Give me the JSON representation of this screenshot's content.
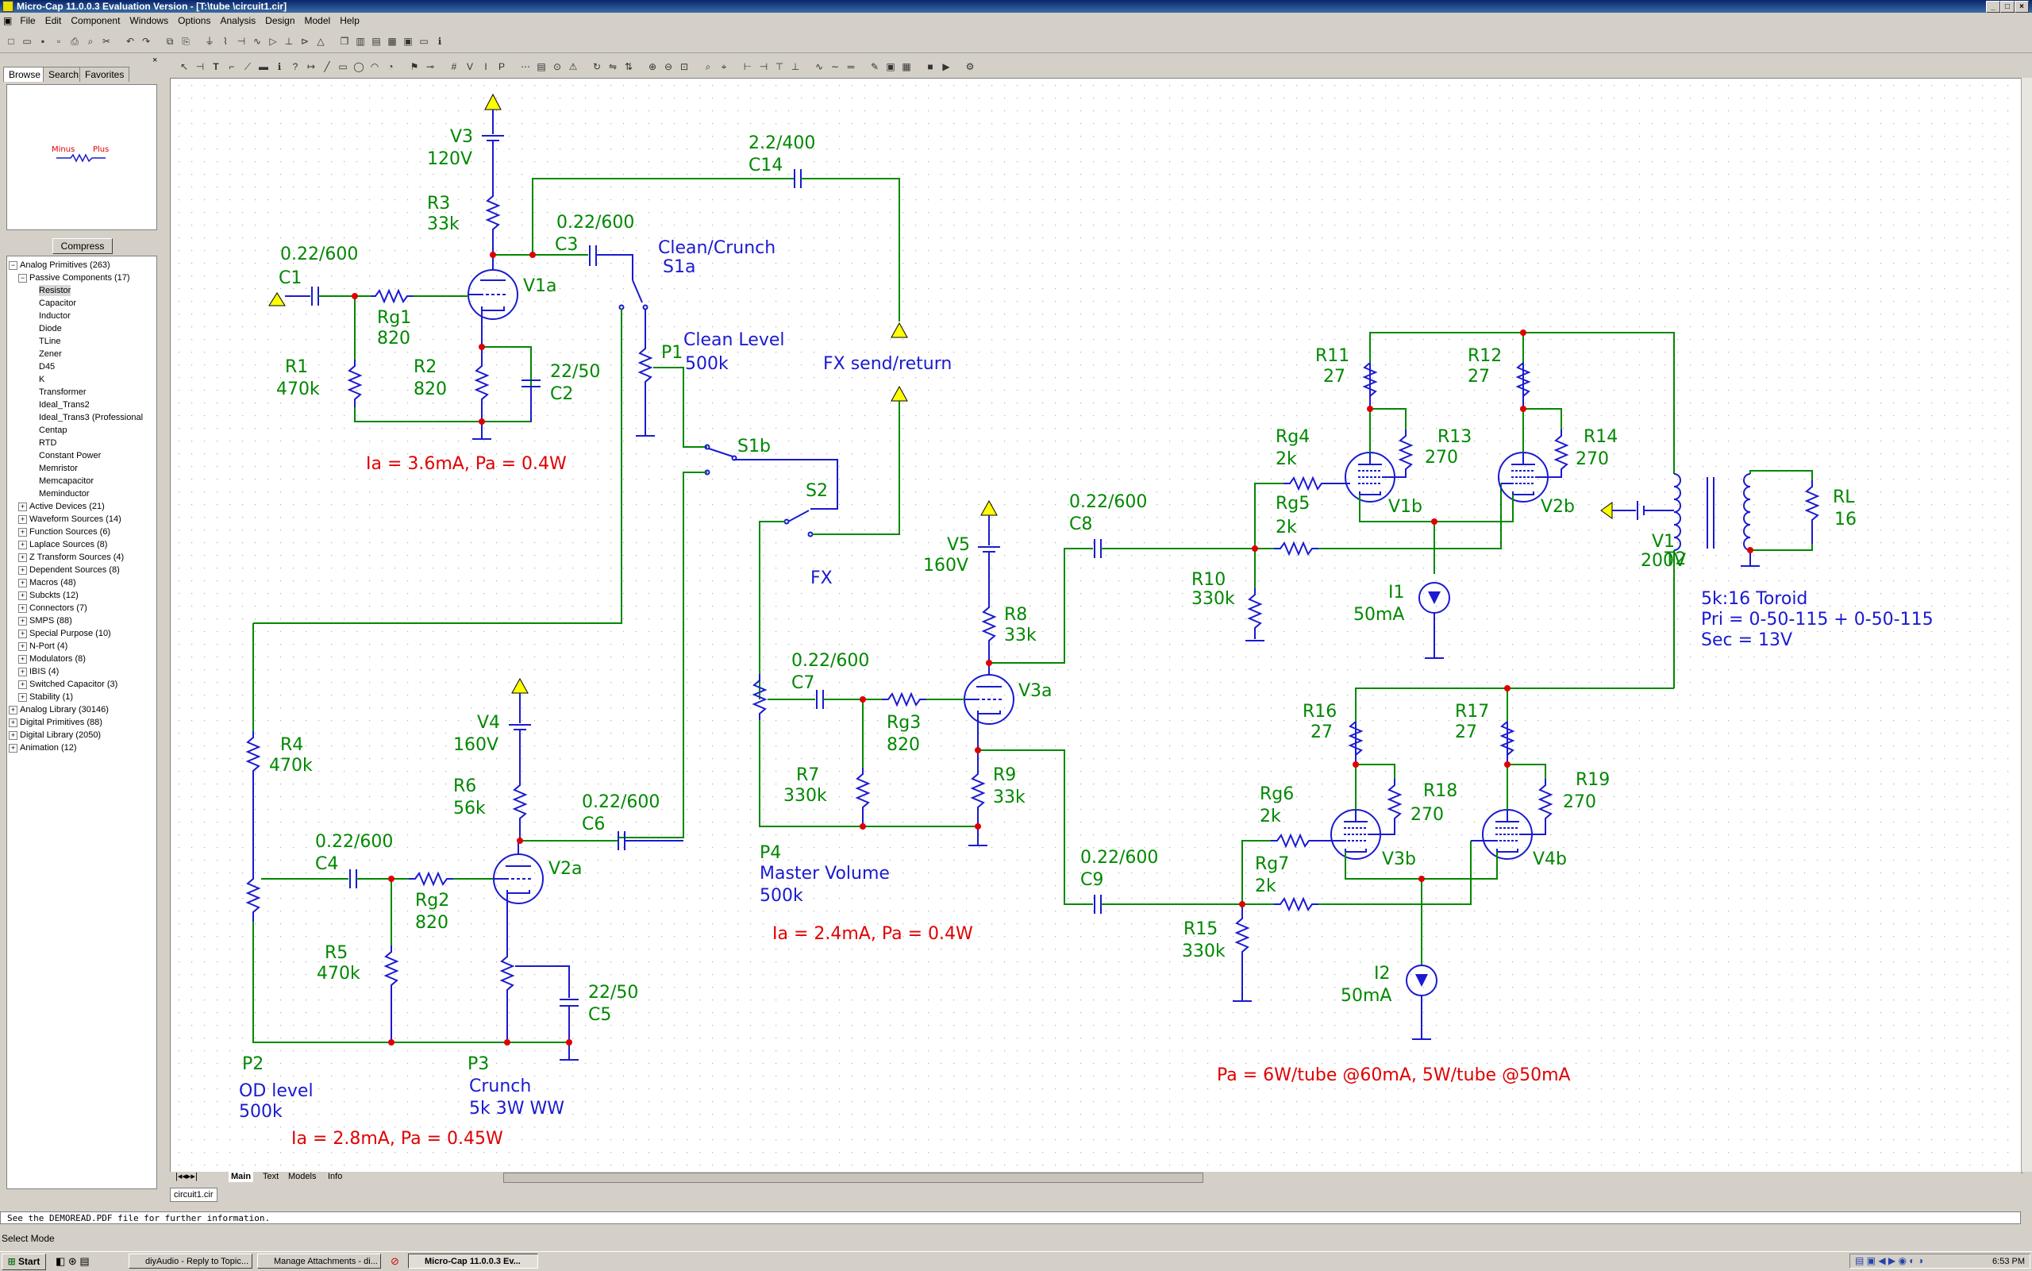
{
  "window": {
    "title": "Micro-Cap 11.0.0.3 Evaluation Version - [T:\\tube \\circuit1.cir]"
  },
  "menu": [
    "File",
    "Edit",
    "Component",
    "Windows",
    "Options",
    "Analysis",
    "Design",
    "Model",
    "Help"
  ],
  "panel": {
    "tabs": [
      "Browse",
      "Search",
      "Favorites"
    ],
    "preview": {
      "minus": "Minus",
      "plus": "Plus"
    },
    "compress": "Compress",
    "tree": [
      {
        "label": "Analog Primitives (263)",
        "exp": "−"
      },
      {
        "label": "Passive Components (17)",
        "exp": "−"
      },
      {
        "label": "Resistor"
      },
      {
        "label": "Capacitor"
      },
      {
        "label": "Inductor"
      },
      {
        "label": "Diode"
      },
      {
        "label": "TLine"
      },
      {
        "label": "Zener"
      },
      {
        "label": "D45"
      },
      {
        "label": "K"
      },
      {
        "label": "Transformer"
      },
      {
        "label": "Ideal_Trans2"
      },
      {
        "label": "Ideal_Trans3 (Professional"
      },
      {
        "label": "Centap"
      },
      {
        "label": "RTD"
      },
      {
        "label": "Constant Power"
      },
      {
        "label": "Memristor"
      },
      {
        "label": "Memcapacitor"
      },
      {
        "label": "Meminductor"
      },
      {
        "label": "Active Devices (21)",
        "exp": "+"
      },
      {
        "label": "Waveform Sources (14)",
        "exp": "+"
      },
      {
        "label": "Function Sources (6)",
        "exp": "+"
      },
      {
        "label": "Laplace Sources (8)",
        "exp": "+"
      },
      {
        "label": "Z Transform Sources (4)",
        "exp": "+"
      },
      {
        "label": "Dependent Sources (8)",
        "exp": "+"
      },
      {
        "label": "Macros (48)",
        "exp": "+"
      },
      {
        "label": "Subckts (12)",
        "exp": "+"
      },
      {
        "label": "Connectors (7)",
        "exp": "+"
      },
      {
        "label": "SMPS (88)",
        "exp": "+"
      },
      {
        "label": "Special Purpose (10)",
        "exp": "+"
      },
      {
        "label": "N-Port (4)",
        "exp": "+"
      },
      {
        "label": "Modulators (8)",
        "exp": "+"
      },
      {
        "label": "IBIS (4)",
        "exp": "+"
      },
      {
        "label": "Switched Capacitor (3)",
        "exp": "+"
      },
      {
        "label": "Stability (1)",
        "exp": "+"
      },
      {
        "label": "Analog Library (30146)",
        "exp": "+"
      },
      {
        "label": "Digital Primitives (88)",
        "exp": "+"
      },
      {
        "label": "Digital Library (2050)",
        "exp": "+"
      },
      {
        "label": "Animation (12)",
        "exp": "+"
      }
    ]
  },
  "schematic": {
    "comp": {
      "V3": "V3",
      "V3v": "120V",
      "R3": "R3",
      "R3v": "33k",
      "C14v": "2.2/400",
      "C14": "C14",
      "C3v": "0.22/600",
      "C3": "C3",
      "C1v": "0.22/600",
      "C1": "C1",
      "V1a": "V1a",
      "Rg1": "Rg1",
      "Rg1v": "820",
      "R1": "R1",
      "R1v": "470k",
      "R2": "R2",
      "R2v": "820",
      "C2v": "22/50",
      "C2": "C2",
      "S1a": "S1a",
      "P1": "P1",
      "P1v": "500k",
      "S1b": "S1b",
      "S2": "S2",
      "V5": "V5",
      "V5v": "160V",
      "R8": "R8",
      "R8v": "33k",
      "C8v": "0.22/600",
      "C8": "C8",
      "R10": "R10",
      "R10v": "330k",
      "Rg4": "Rg4",
      "Rg4v": "2k",
      "Rg5": "Rg5",
      "Rg5v": "2k",
      "R11": "R11",
      "R11v": "27",
      "R12": "R12",
      "R12v": "27",
      "R13": "R13",
      "R13v": "270",
      "R14": "R14",
      "R14v": "270",
      "V1b": "V1b",
      "V2b": "V2b",
      "I1": "I1",
      "I1v": "50mA",
      "V1": "V1",
      "V1v": "200V",
      "T2": "T2",
      "RL": "RL",
      "RLv": "16",
      "C7v": "0.22/600",
      "C7": "C7",
      "Rg3": "Rg3",
      "Rg3v": "820",
      "V3a": "V3a",
      "R7": "R7",
      "R7v": "330k",
      "R9": "R9",
      "R9v": "33k",
      "P4": "P4",
      "C9v": "0.22/600",
      "C9": "C9",
      "R15": "R15",
      "R15v": "330k",
      "Rg6": "Rg6",
      "Rg6v": "2k",
      "Rg7": "Rg7",
      "Rg7v": "2k",
      "R16": "R16",
      "R16v": "27",
      "R17": "R17",
      "R17v": "27",
      "R18": "R18",
      "R18v": "270",
      "R19": "R19",
      "R19v": "270",
      "V3b": "V3b",
      "V4b": "V4b",
      "I2": "I2",
      "I2v": "50mA",
      "R4": "R4",
      "R4v": "470k",
      "V4": "V4",
      "V4v": "160V",
      "R6": "R6",
      "R6v": "56k",
      "C6v": "0.22/600",
      "C6": "C6",
      "C4v": "0.22/600",
      "C4": "C4",
      "Rg2": "Rg2",
      "Rg2v": "820",
      "V2a": "V2a",
      "R5": "R5",
      "R5v": "470k",
      "C5v": "22/50",
      "C5": "C5",
      "P2": "P2",
      "P3": "P3"
    },
    "notes": {
      "clean_crunch": "Clean/Crunch",
      "clean_level": "Clean Level",
      "fx_sr": "FX send/return",
      "fx": "FX",
      "toroid1": "5k:16 Toroid",
      "toroid2": "Pri = 0-50-115 + 0-50-115",
      "toroid3": "Sec = 13V",
      "master_volume": "Master Volume",
      "p4v": "500k",
      "od_level": "OD level",
      "p2v": "500k",
      "crunch": "Crunch",
      "p3v": "5k 3W WW",
      "ia1": "Ia = 3.6mA, Pa = 0.4W",
      "ia2": "Ia = 2.4mA, Pa = 0.4W",
      "ia3": "Ia = 2.8mA, Pa = 0.45W",
      "pa_power": "Pa = 6W/tube @60mA, 5W/tube @50mA"
    }
  },
  "sheet_tabs": [
    "Main",
    "Text",
    "Models",
    "Info"
  ],
  "file_tab": "circuit1.cir",
  "status": {
    "message": "See the DEMOREAD.PDF file for further information.",
    "mode": "Select Mode"
  },
  "taskbar": {
    "start": "Start",
    "tasks": [
      "diyAudio - Reply to Topic...",
      "Manage Attachments - di...",
      "Micro-Cap 11.0.0.3 Ev..."
    ],
    "clock": "6:53 PM"
  }
}
